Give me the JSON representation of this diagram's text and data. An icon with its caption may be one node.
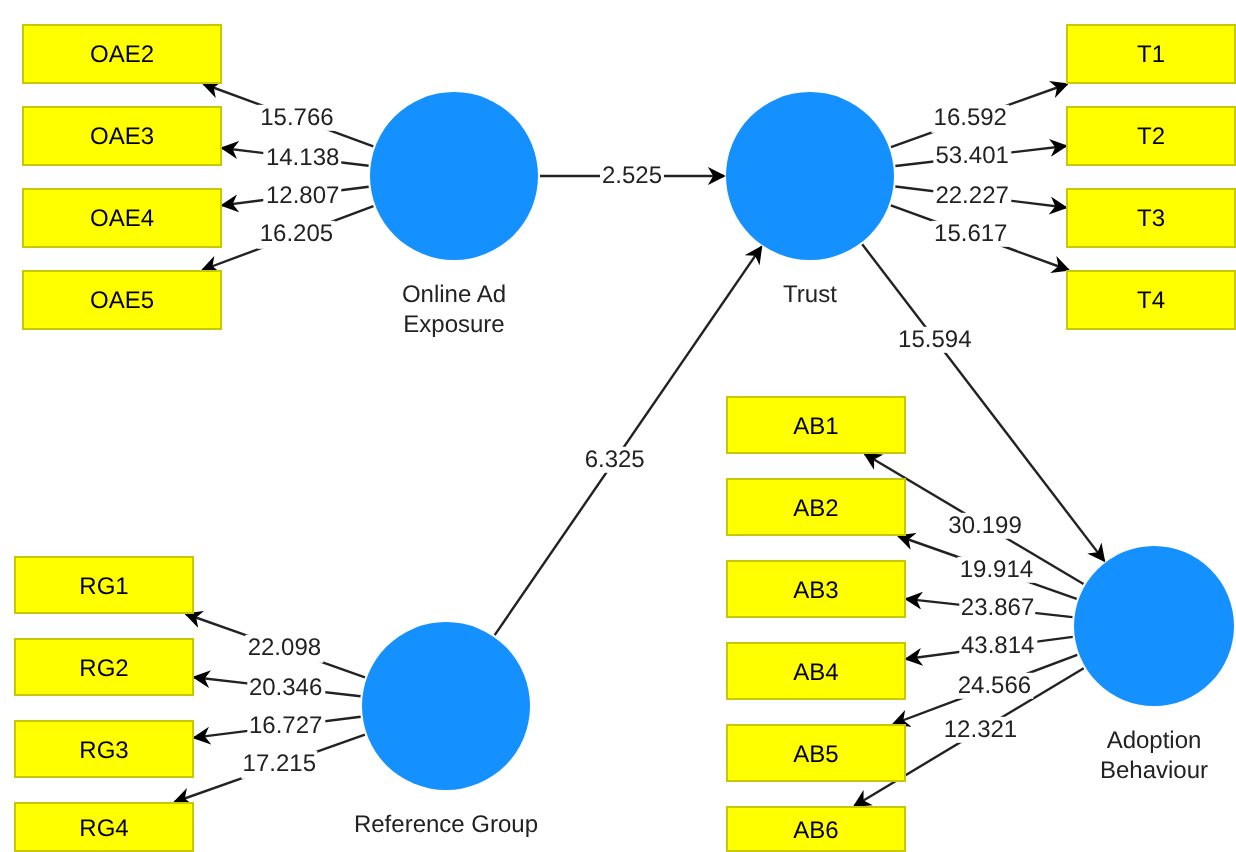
{
  "diagram": {
    "nodes": [
      {
        "text": [
          "OAE2"
        ]
      },
      {
        "text": [
          "OAE3"
        ]
      },
      {
        "text": [
          "OAE4"
        ]
      },
      {
        "text": [
          "OAE5"
        ]
      },
      {
        "text": [
          "Online Ad Exposure"
        ]
      },
      {
        "text": [
          "Trust"
        ]
      },
      {
        "text": [
          "T1"
        ]
      },
      {
        "text": [
          "T2"
        ]
      },
      {
        "text": [
          "T3"
        ]
      },
      {
        "text": [
          "T4"
        ]
      },
      {
        "text": [
          "AB1"
        ]
      },
      {
        "text": [
          "AB2"
        ]
      },
      {
        "text": [
          "AB3"
        ]
      },
      {
        "text": [
          "AB4"
        ]
      },
      {
        "text": [
          "AB5"
        ]
      },
      {
        "text": [
          "AB6"
        ]
      },
      {
        "text": [
          "RG1"
        ]
      },
      {
        "text": [
          "RG2"
        ]
      },
      {
        "text": [
          "RG3"
        ]
      },
      {
        "text": [
          "RG4"
        ]
      },
      {
        "text": [
          "Reference Group"
        ]
      },
      {
        "text": [
          "Adoption Behaviour"
        ]
      }
    ],
    "edges": [
      {
        "from": 4,
        "to": 0,
        "arrow": "to",
        "label": "15.766"
      },
      {
        "from": 4,
        "to": 1,
        "arrow": "to",
        "label": "14.138"
      },
      {
        "from": 4,
        "to": 2,
        "arrow": "to",
        "label": "12.807"
      },
      {
        "from": 4,
        "to": 3,
        "arrow": "to",
        "label": "16.205"
      },
      {
        "from": 4,
        "to": 5,
        "arrow": "to",
        "label": "2.525"
      },
      {
        "from": 5,
        "to": 6,
        "arrow": "to",
        "label": "16.592"
      },
      {
        "from": 5,
        "to": 7,
        "arrow": "to",
        "label": "53.401"
      },
      {
        "from": 5,
        "to": 8,
        "arrow": "to",
        "label": "22.227"
      },
      {
        "from": 5,
        "to": 9,
        "arrow": "to",
        "label": "15.617"
      },
      {
        "from": 20,
        "to": 5,
        "arrow": "to",
        "label": "6.325"
      },
      {
        "from": 5,
        "to": 21,
        "arrow": "to",
        "label": "15.594"
      },
      {
        "from": 21,
        "to": 10,
        "arrow": "to",
        "label": "30.199"
      },
      {
        "from": 21,
        "to": 11,
        "arrow": "to",
        "label": "19.914"
      },
      {
        "from": 21,
        "to": 12,
        "arrow": "to",
        "label": "23.867"
      },
      {
        "from": 21,
        "to": 13,
        "arrow": "to",
        "label": "43.814"
      },
      {
        "from": 21,
        "to": 14,
        "arrow": "to",
        "label": "24.566"
      },
      {
        "from": 21,
        "to": 15,
        "arrow": "to",
        "label": "12.321"
      },
      {
        "from": 20,
        "to": 16,
        "arrow": "to",
        "label": "22.098"
      },
      {
        "from": 20,
        "to": 17,
        "arrow": "to",
        "label": "20.346"
      },
      {
        "from": 20,
        "to": 18,
        "arrow": "to",
        "label": "16.727"
      },
      {
        "from": 20,
        "to": 19,
        "arrow": "to",
        "label": "17.215"
      }
    ]
  }
}
